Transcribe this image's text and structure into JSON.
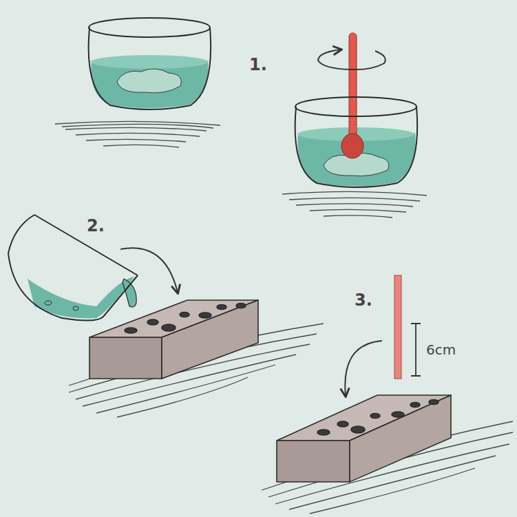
{
  "diagram": {
    "labels": [
      "1.",
      "2.",
      "3.",
      "6cm"
    ]
  }
}
